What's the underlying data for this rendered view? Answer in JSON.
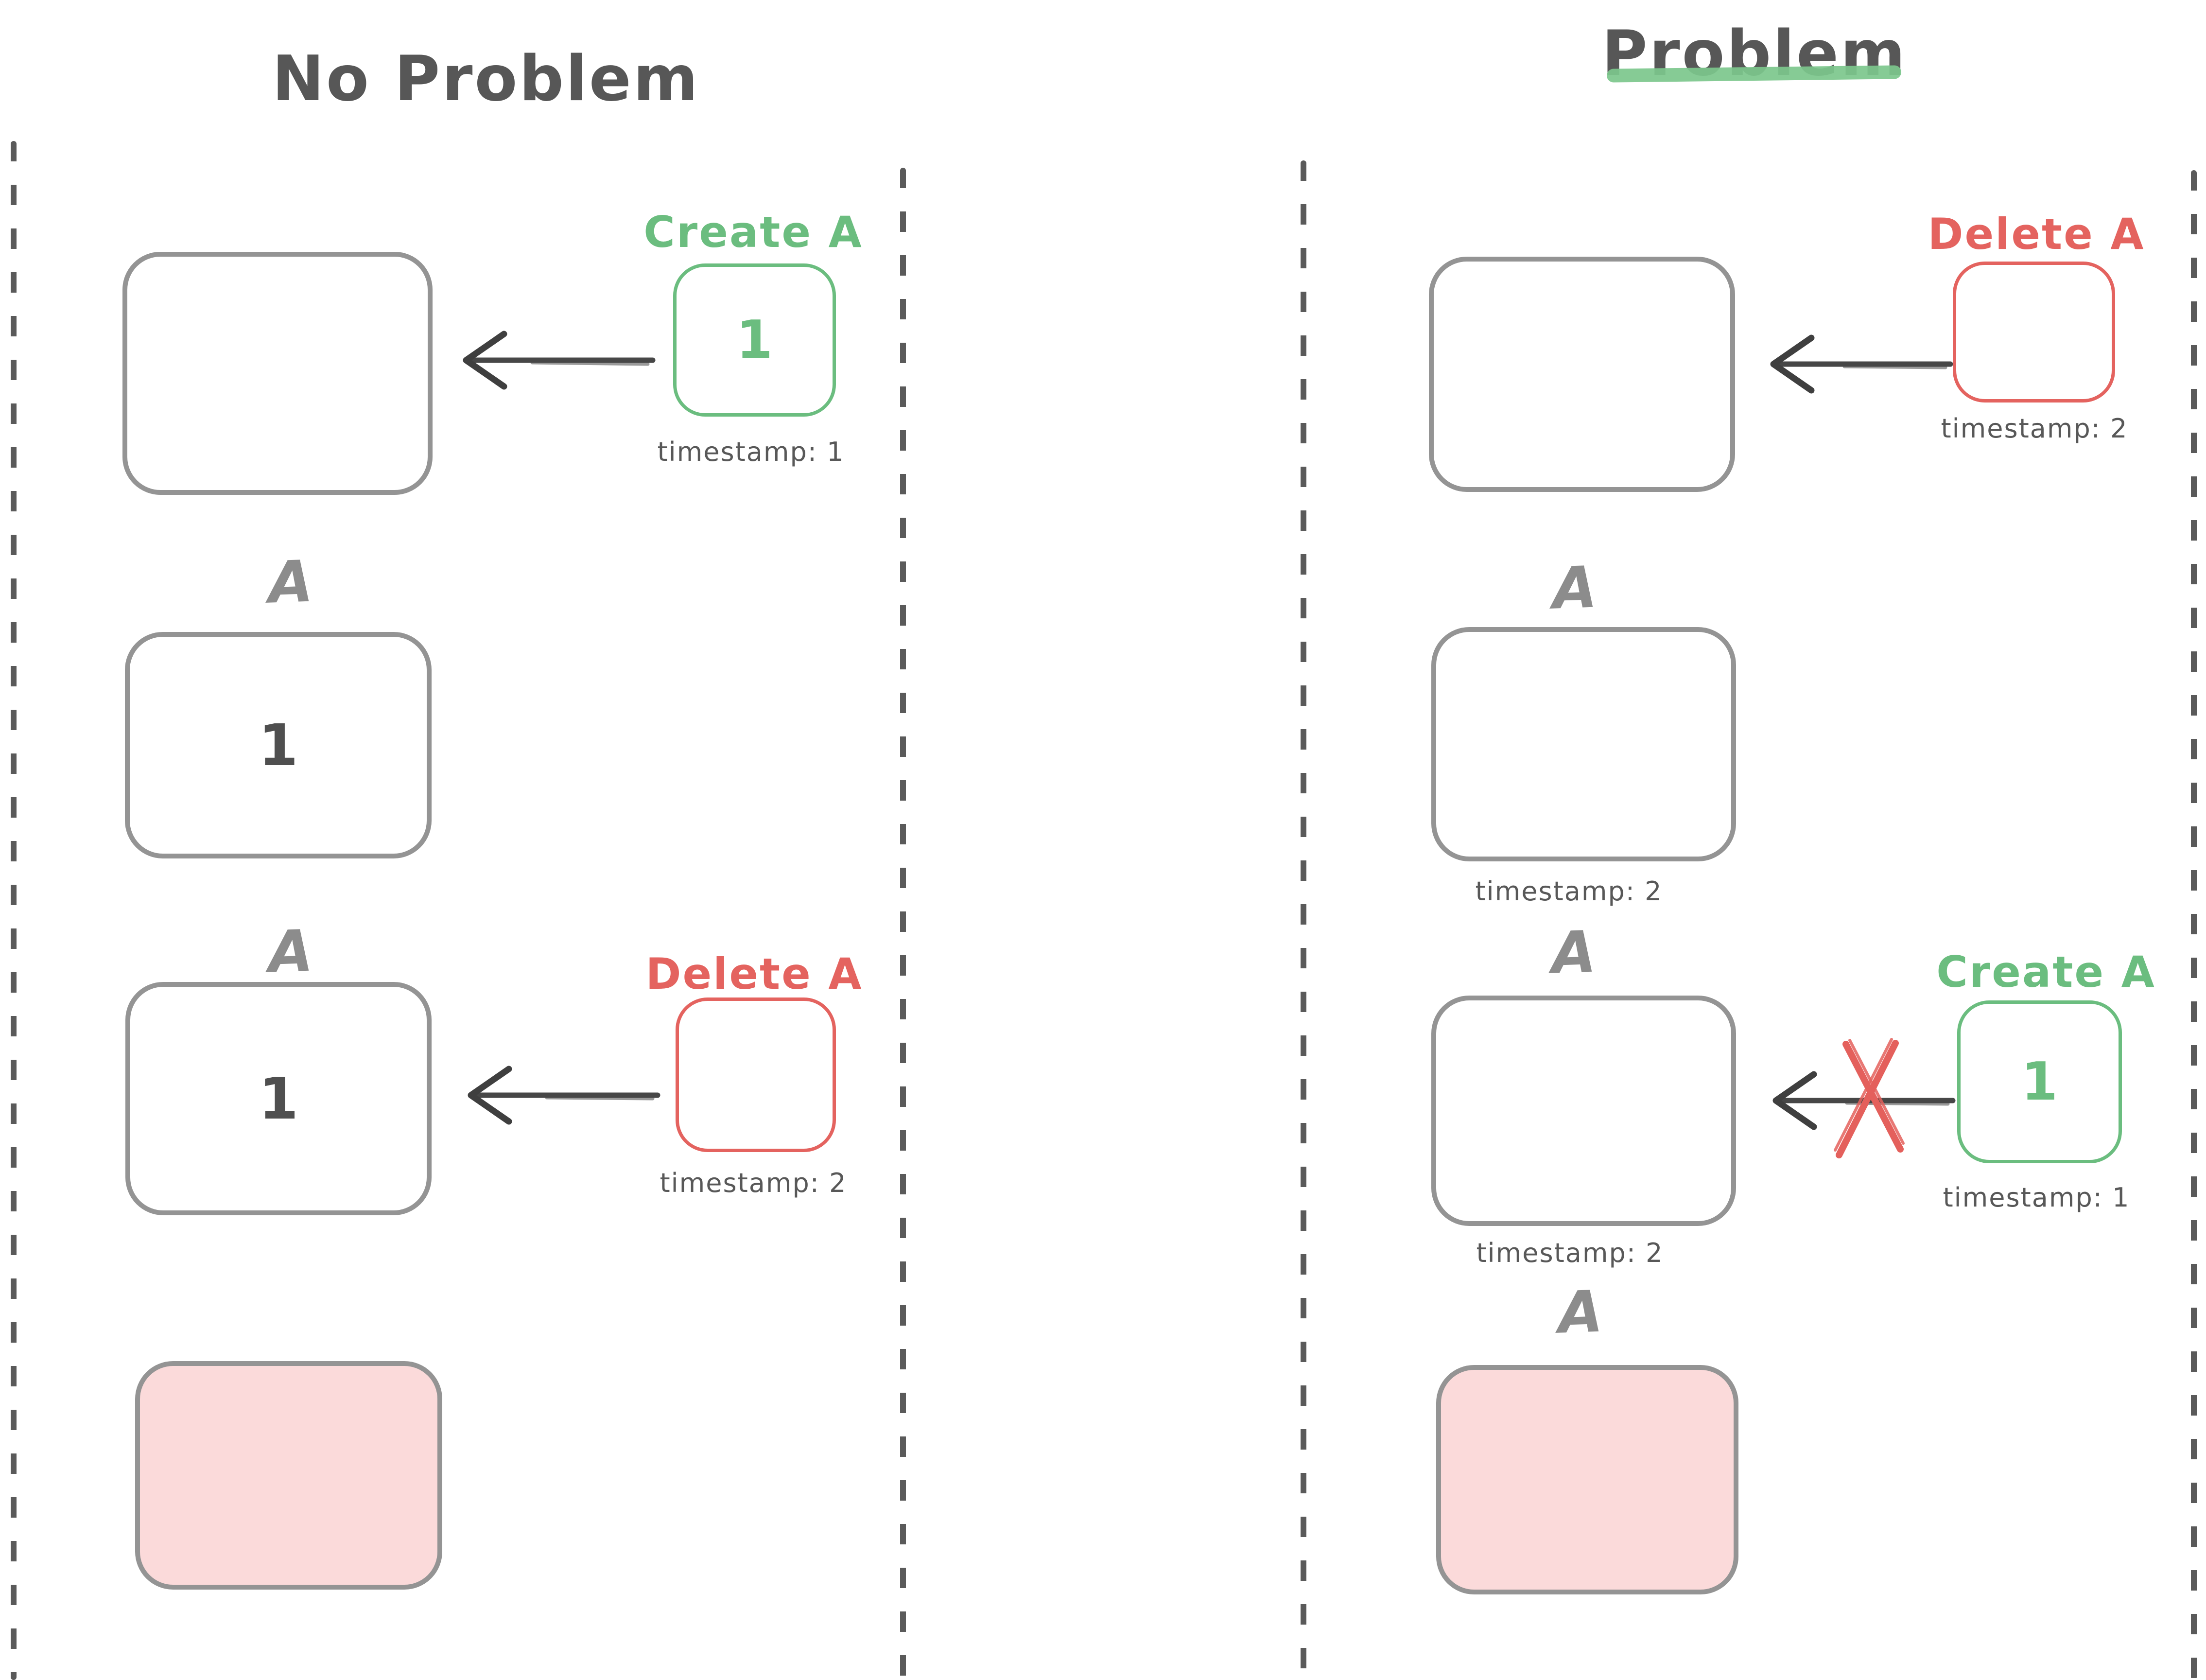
{
  "canvas": {
    "background": "#ffffff"
  },
  "colors": {
    "stroke_gray": "#949494",
    "entity_label_gray": "#8c8c8c",
    "value_dark": "#4f4f4f",
    "timestamp_gray": "#585858",
    "green": "#6bbd7f",
    "red": "#e4635f",
    "pink_fill": "#fbdada",
    "arrow_dark": "#474747",
    "divider_gray": "#5a5a5a",
    "strikethrough_green": "#7cc78c"
  },
  "left_panel": {
    "title": "No Problem",
    "step1": {
      "op_title": "Create A",
      "op_value": "1",
      "op_timestamp": "timestamp: 1"
    },
    "step2": {
      "entity": "A",
      "value": "1"
    },
    "step3": {
      "entity": "A",
      "value": "1",
      "op_title": "Delete A",
      "op_timestamp": "timestamp: 2"
    }
  },
  "right_panel": {
    "title": "Problem",
    "step1": {
      "op_title": "Delete A",
      "op_timestamp": "timestamp: 2"
    },
    "step2": {
      "entity": "A",
      "timestamp": "timestamp: 2"
    },
    "step3": {
      "entity": "A",
      "timestamp": "timestamp: 2",
      "op_title": "Create A",
      "op_value": "1",
      "op_timestamp": "timestamp: 1"
    },
    "step4": {
      "entity": "A"
    }
  }
}
